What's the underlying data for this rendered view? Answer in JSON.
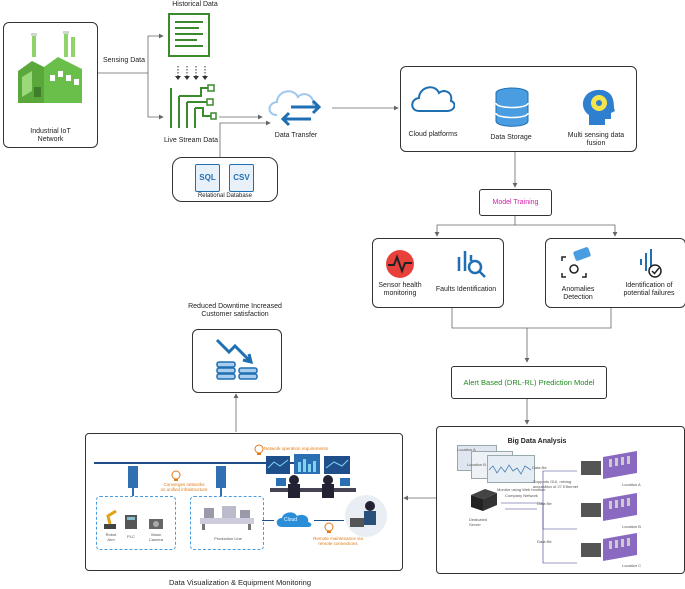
{
  "nodes": {
    "iot": {
      "label_line1": "Industrial IoT",
      "label_line2": "Network"
    },
    "sensing": {
      "label": "Sensing Data"
    },
    "historical": {
      "label": "Historical Data"
    },
    "livestream": {
      "label": "Live Stream Data"
    },
    "database": {
      "label": "Relational Database",
      "sql": "SQL",
      "csv": "CSV"
    },
    "transfer": {
      "label": "Data Transfer"
    },
    "cloud_platforms": {
      "label": "Cloud platforms"
    },
    "data_storage": {
      "label": "Data Storage"
    },
    "fusion": {
      "label_line1": "Multi sensing data",
      "label_line2": "fusion"
    },
    "model_training": {
      "label": "Model Training"
    },
    "sensor_health": {
      "label_line1": "Sensor health",
      "label_line2": "monitoring"
    },
    "faults": {
      "label": "Faults Identification"
    },
    "anomalies": {
      "label": "Anomalies Detection"
    },
    "potential_failures": {
      "label_line1": "Identification of",
      "label_line2": "potential failures"
    },
    "alert_model": {
      "label": "Alert Based (DRL-RL) Prediction Model"
    },
    "big_data": {
      "title": "Big Data Analysis",
      "monitor_label": "Monitor using Web browser",
      "location_a": "Location A",
      "location_b": "Location B",
      "location_c": "Location C",
      "company_network": "Company Network",
      "dedicated_server": "Dedicated Server",
      "data_file_1": "Data file",
      "data_file_2": "Data file",
      "data_file_3": "Data file",
      "support_note": "Supports GUI, mining acquisition of 27 Ethernet"
    },
    "reduced": {
      "label_line1": "Reduced Downtime Increased",
      "label_line2": "Customer satisfaction"
    },
    "visualization": {
      "network_req": "Network operation requirements",
      "converges_line1": "Converges networks",
      "converges_line2": "on unified infrastructure",
      "robot_line1": "Robot",
      "robot_line2": "Arm",
      "plc": "PLC",
      "vision_line1": "Vision",
      "vision_line2": "Camera",
      "production_line": "Production Line",
      "cloud": "Cloud",
      "remote_line1": "Remote maintenance via",
      "remote_line2": "remote connections"
    },
    "footer": {
      "label": "Data Visualization & Equipment Monitoring"
    }
  },
  "colors": {
    "model_training_text": "#d01fa8",
    "alert_model_text": "#1f8a1f",
    "factory_green": "#6abf4b",
    "icon_blue": "#1f6fb2",
    "accent_orange": "#e07b1a",
    "aws_green": "#3b8a2e"
  }
}
